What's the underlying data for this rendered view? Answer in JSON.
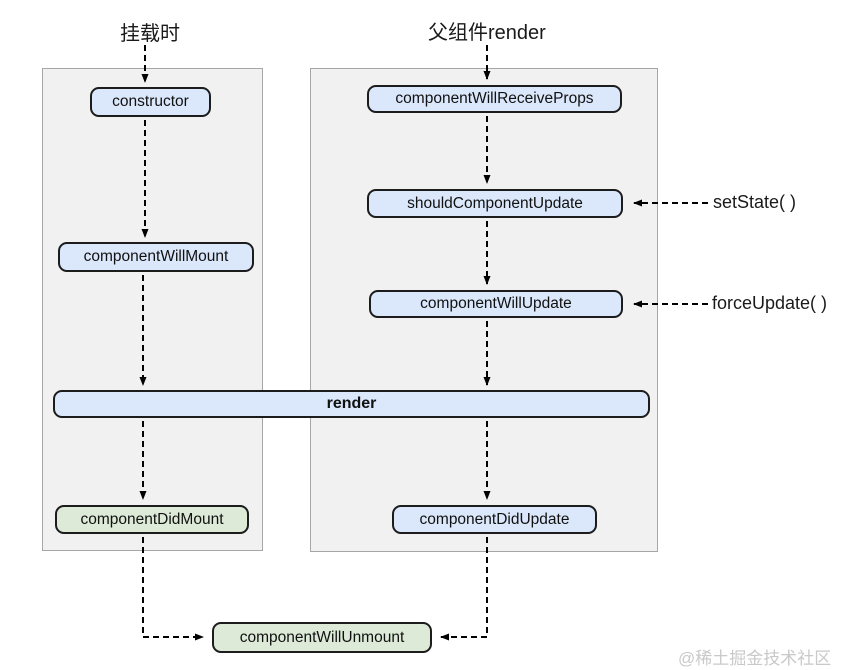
{
  "diagram": {
    "titles": {
      "mount": "挂载时",
      "parent_render": "父组件render"
    },
    "nodes": {
      "constructor": "constructor",
      "component_will_mount": "componentWillMount",
      "component_will_receive_props": "componentWillReceiveProps",
      "should_component_update": "shouldComponentUpdate",
      "component_will_update": "componentWillUpdate",
      "render": "render",
      "component_did_mount": "componentDidMount",
      "component_did_update": "componentDidUpdate",
      "component_will_unmount": "componentWillUnmount"
    },
    "annotations": {
      "set_state": "setState( )",
      "force_update": "forceUpdate( )"
    },
    "watermark": "@稀土掘金技术社区",
    "colors": {
      "lifecycle_box_fill": "#dbe8fb",
      "terminal_box_fill": "#dcead7",
      "panel_fill": "#f1f1f1",
      "panel_border": "#a6a6a6",
      "box_border": "#1c1c1c",
      "arrow": "#000000",
      "watermark_text": "#c9c9c9"
    }
  }
}
